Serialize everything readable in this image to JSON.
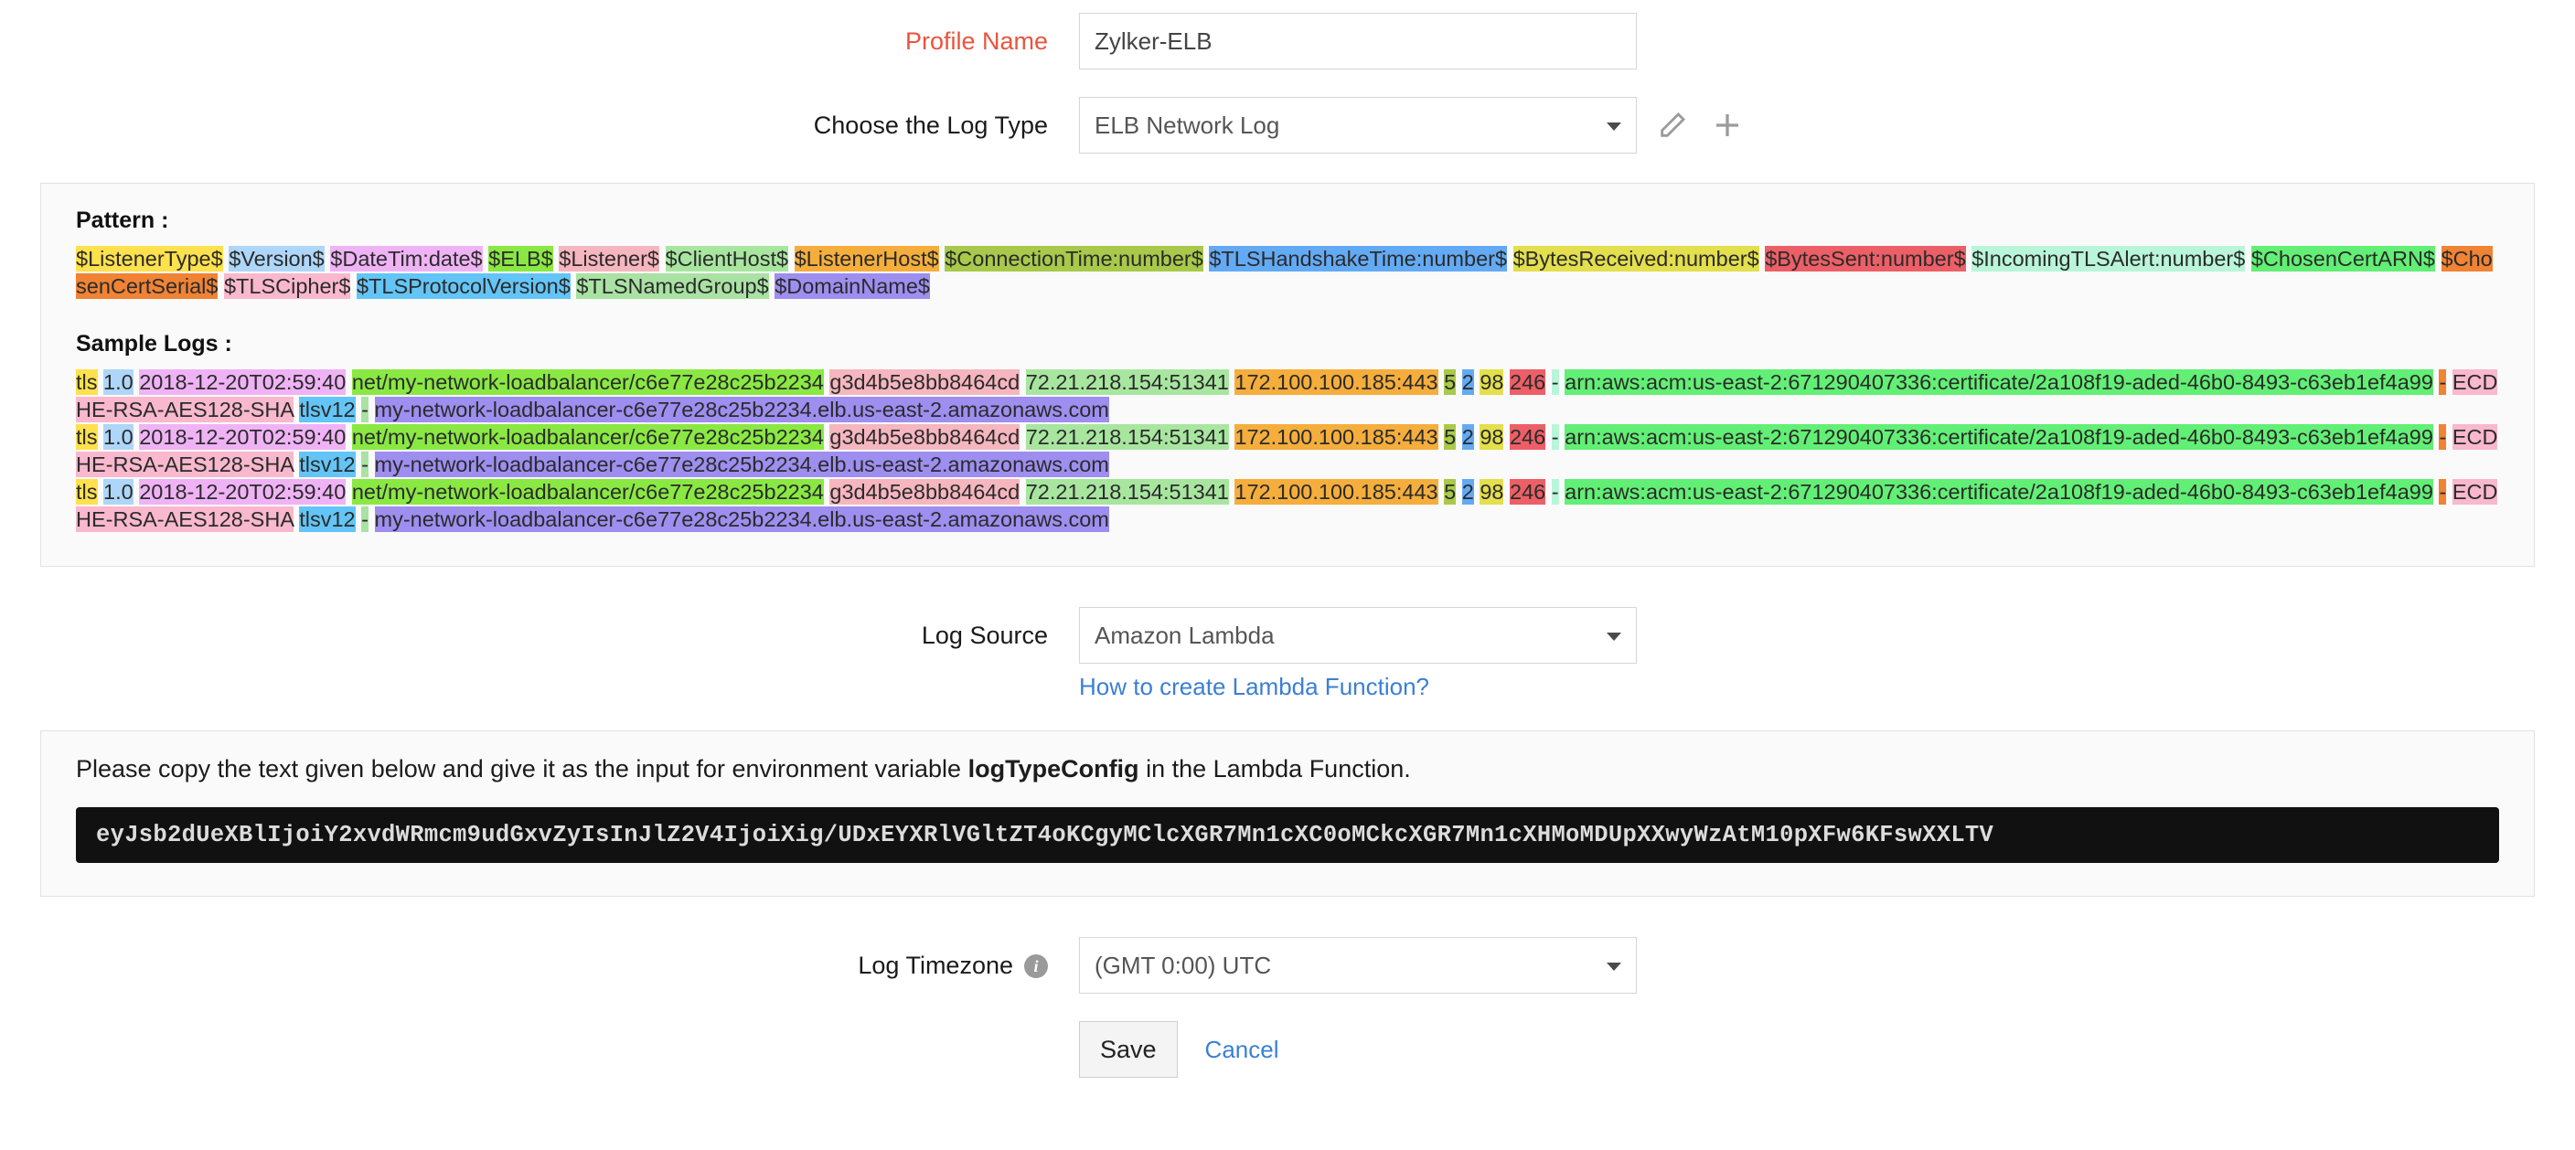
{
  "form": {
    "profile_name_label": "Profile Name",
    "profile_name_value": "Zylker-ELB",
    "log_type_label": "Choose the Log Type",
    "log_type_value": "ELB Network Log",
    "edit_icon": "pencil-icon",
    "add_icon": "plus-icon",
    "log_source_label": "Log Source",
    "log_source_value": "Amazon Lambda",
    "lambda_help_link": "How to create Lambda Function?",
    "timezone_label": "Log Timezone",
    "timezone_value": "(GMT 0:00) UTC",
    "info_icon_char": "i"
  },
  "pattern_panel": {
    "pattern_heading": "Pattern :",
    "sample_heading": "Sample Logs :",
    "tokens": [
      {
        "text": "$ListenerType$",
        "color": "#ffe14d"
      },
      {
        "text": "$Version$",
        "color": "#aed6f9"
      },
      {
        "text": "$DateTim:date$",
        "color": "#efb3f5"
      },
      {
        "text": "$ELB$",
        "color": "#8ae843"
      },
      {
        "text": "$Listener$",
        "color": "#f6b6bf"
      },
      {
        "text": "$ClientHost$",
        "color": "#a8e6a0"
      },
      {
        "text": "$ListenerHost$",
        "color": "#f5ae3c"
      },
      {
        "text": "$ConnectionTime:number$",
        "color": "#a8c94a"
      },
      {
        "text": "$TLSHandshakeTime:number$",
        "color": "#63aaf5"
      },
      {
        "text": "$BytesReceived:number$",
        "color": "#e3df4d"
      },
      {
        "text": "$BytesSent:number$",
        "color": "#ec5f66"
      },
      {
        "text": "$IncomingTLSAlert:number$",
        "color": "#b9f5d9"
      },
      {
        "text": "$ChosenCertARN$",
        "color": "#62ef75"
      },
      {
        "text": "$ChosenCertSerial$",
        "color": "#f08334"
      },
      {
        "text": "$TLSCipher$",
        "color": "#f9b8cd"
      },
      {
        "text": "$TLSProtocolVersion$",
        "color": "#63c5f7"
      },
      {
        "text": "$TLSNamedGroup$",
        "color": "#a9e2a3"
      },
      {
        "text": "$DomainName$",
        "color": "#9d8ef0"
      }
    ],
    "log_segments": [
      {
        "text": "tls",
        "color": "#ffe14d"
      },
      {
        "text": " ",
        "color": "transparent"
      },
      {
        "text": "1.0",
        "color": "#aed6f9"
      },
      {
        "text": " ",
        "color": "transparent"
      },
      {
        "text": "2018-12-20T02:59:40",
        "color": "#efb3f5"
      },
      {
        "text": " ",
        "color": "transparent"
      },
      {
        "text": "net/my-network-loadbalancer/c6e77e28c25b2234",
        "color": "#8ae843"
      },
      {
        "text": " ",
        "color": "transparent"
      },
      {
        "text": "g3d4b5e8bb8464cd",
        "color": "#f6b6bf"
      },
      {
        "text": " ",
        "color": "transparent"
      },
      {
        "text": "72.21.218.154:51341",
        "color": "#a8e6a0"
      },
      {
        "text": " ",
        "color": "transparent"
      },
      {
        "text": "172.100.100.185:443",
        "color": "#f5ae3c"
      },
      {
        "text": " ",
        "color": "transparent"
      },
      {
        "text": "5",
        "color": "#a8c94a"
      },
      {
        "text": " ",
        "color": "transparent"
      },
      {
        "text": "2",
        "color": "#63aaf5"
      },
      {
        "text": " ",
        "color": "transparent"
      },
      {
        "text": "98",
        "color": "#e3df4d"
      },
      {
        "text": " ",
        "color": "transparent"
      },
      {
        "text": "246",
        "color": "#ec5f66"
      },
      {
        "text": " ",
        "color": "transparent"
      },
      {
        "text": "-",
        "color": "#b9f5d9"
      },
      {
        "text": " ",
        "color": "transparent"
      },
      {
        "text": "arn:aws:acm:us-east-2:671290407336:certificate/2a108f19-aded-46b0-8493-c63eb1ef4a99",
        "color": "#62ef75"
      },
      {
        "text": " ",
        "color": "transparent"
      },
      {
        "text": "-",
        "color": "#f08334"
      },
      {
        "text": " ",
        "color": "transparent"
      },
      {
        "text": "ECDHE-RSA-AES128-SHA",
        "color": "#f9b8cd"
      },
      {
        "text": " ",
        "color": "transparent"
      },
      {
        "text": "tlsv12",
        "color": "#63c5f7"
      },
      {
        "text": " ",
        "color": "transparent"
      },
      {
        "text": "-",
        "color": "#a9e2a3"
      },
      {
        "text": " ",
        "color": "transparent"
      },
      {
        "text": "my-network-loadbalancer-c6e77e28c25b2234.elb.us-east-2.amazonaws.com",
        "color": "#9d8ef0"
      }
    ],
    "sample_log_count": 3
  },
  "config_panel": {
    "note_prefix": "Please copy the text given below and give it as the input for environment variable ",
    "note_bold": "logTypeConfig",
    "note_suffix": " in the Lambda Function.",
    "config_value": "eyJsb2dUeXBlIjoiY2xvdWRmcm9udGxvZyIsInJlZ2V4IjoiXig/UDxEYXRlVGltZT4oKCgyMClcXGR7Mn1cXC0oMCkcXGR7Mn1cXHMoMDUpXXwyWzAtM10pXFw6KFswXXLTV"
  },
  "footer": {
    "save_label": "Save",
    "cancel_label": "Cancel"
  }
}
